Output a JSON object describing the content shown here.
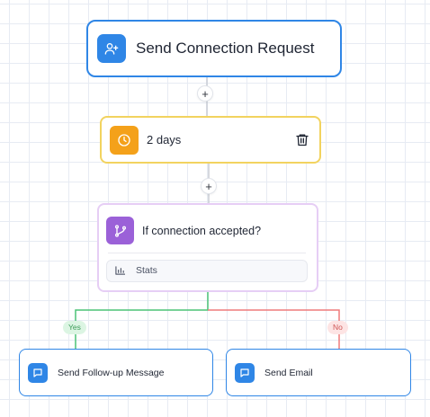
{
  "nodes": {
    "send_connection": {
      "label": "Send Connection Request",
      "icon": "user-plus-icon"
    },
    "delay": {
      "label": "2 days",
      "icon": "clock-icon",
      "delete_icon": "trash-icon"
    },
    "condition": {
      "label": "If connection accepted?",
      "icon": "branch-icon",
      "stats_label": "Stats",
      "stats_icon": "bar-chart-icon"
    },
    "follow_up": {
      "label": "Send Follow-up Message",
      "icon": "message-icon"
    },
    "email": {
      "label": "Send Email",
      "icon": "message-icon"
    }
  },
  "add_buttons": {
    "after_connection": "+",
    "after_delay": "+"
  },
  "branches": {
    "yes": "Yes",
    "no": "No"
  },
  "colors": {
    "action_blue": "#2f86e6",
    "delay_orange": "#f4a11a",
    "condition_purple": "#9b61d8",
    "yes_green": "#4cc377",
    "no_red": "#ef7b7b"
  }
}
